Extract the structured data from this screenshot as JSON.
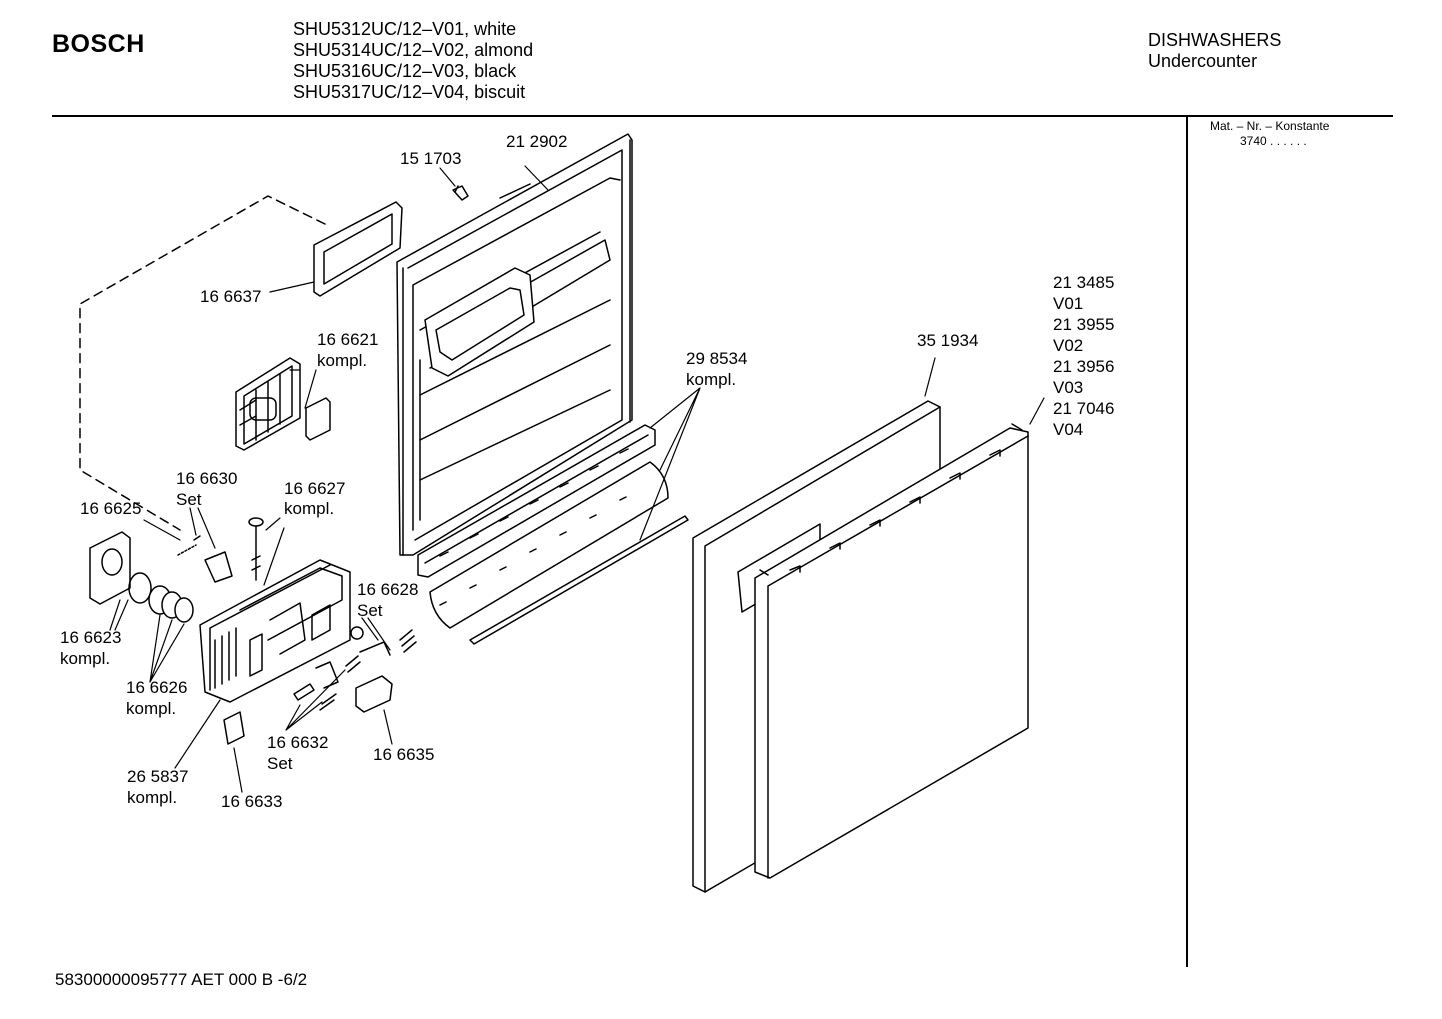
{
  "header": {
    "brand": "BOSCH",
    "models": [
      "SHU5312UC/12–V01, white",
      "SHU5314UC/12–V02, almond",
      "SHU5316UC/12–V03, black",
      "SHU5317UC/12–V04, biscuit"
    ],
    "category": "DISHWASHERS",
    "subcategory": "Undercounter"
  },
  "side_panel": {
    "mat_label": "Mat. – Nr. – Konstante",
    "mat_value": "3740 . . . . . ."
  },
  "footer": {
    "code": "58300000095777 AET 000 B  -6/2"
  },
  "parts": {
    "p151703": "15 1703",
    "p212902": "21 2902",
    "p166637": "16 6637",
    "p166621": "16 6621",
    "p166621_k": "kompl.",
    "p298534": "29 8534",
    "p298534_k": "kompl.",
    "p351934": "35 1934",
    "p213485": "21 3485",
    "v01": "V01",
    "p213955": "21 3955",
    "v02": "V02",
    "p213956": "21 3956",
    "v03": "V03",
    "p217046": "21 7046",
    "v04": "V04",
    "p166630": "16 6630",
    "p166630_s": "Set",
    "p166627": "16 6627",
    "p166627_k": "kompl.",
    "p166625": "16 6625",
    "p166628": "16 6628",
    "p166628_s": "Set",
    "p166623": "16 6623",
    "p166623_k": "kompl.",
    "p166626": "16 6626",
    "p166626_k": "kompl.",
    "p166632": "16 6632",
    "p166632_s": "Set",
    "p166635": "16 6635",
    "p265837": "26 5837",
    "p265837_k": "kompl.",
    "p166633": "16 6633"
  }
}
